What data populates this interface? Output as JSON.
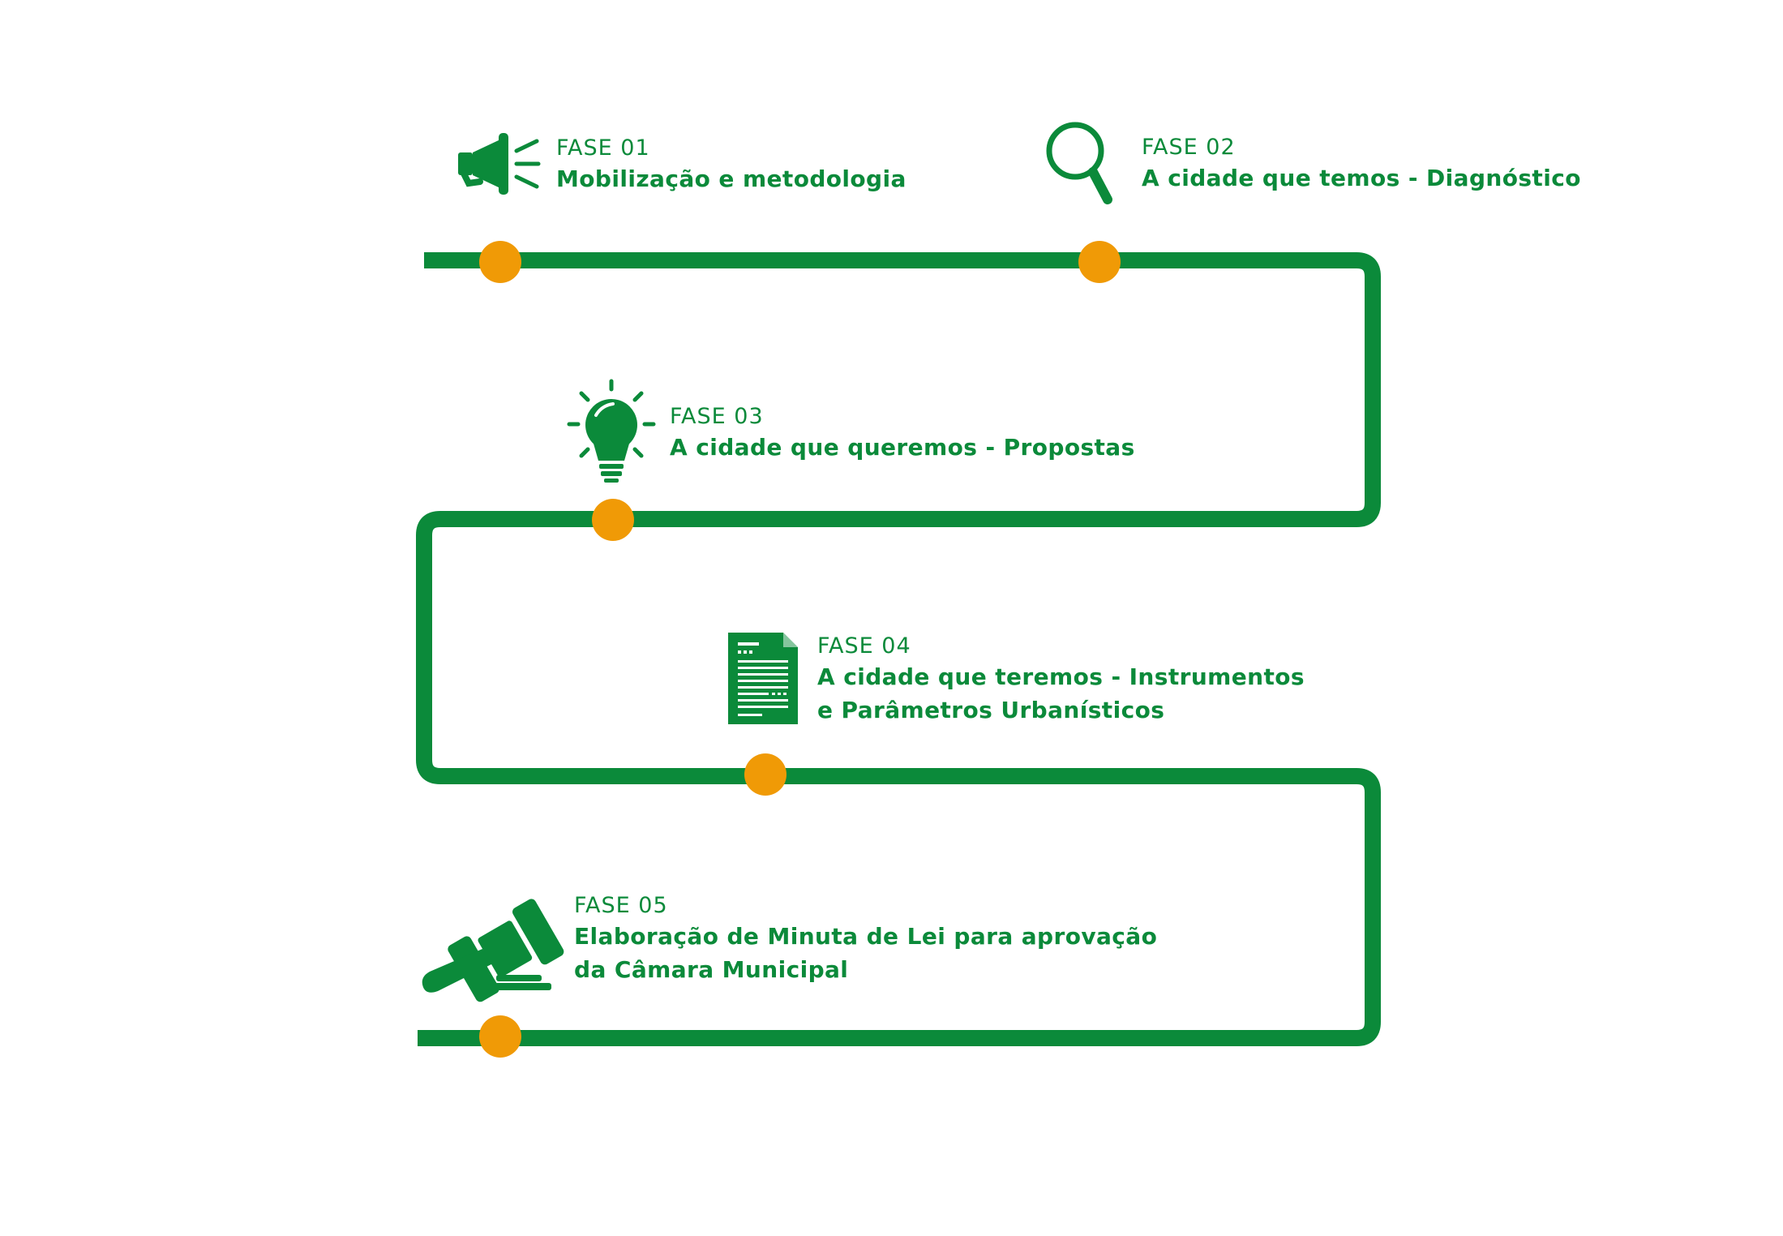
{
  "colors": {
    "path": "#0b8a3a",
    "node": "#f09a06",
    "text": "#0b8a3a"
  },
  "phases": [
    {
      "label": "FASE 01",
      "title_lines": [
        "Mobilização e  metodologia"
      ],
      "icon": "megaphone-icon"
    },
    {
      "label": "FASE 02",
      "title_lines": [
        "A cidade que temos - Diagnóstico"
      ],
      "icon": "magnifier-icon"
    },
    {
      "label": "FASE 03",
      "title_lines": [
        "A cidade que queremos - Propostas"
      ],
      "icon": "lightbulb-icon"
    },
    {
      "label": "FASE 04",
      "title_lines": [
        "A cidade que teremos - Instrumentos",
        "e Parâmetros Urbanísticos"
      ],
      "icon": "document-icon"
    },
    {
      "label": "FASE 05",
      "title_lines": [
        "Elaboração de Minuta de Lei para aprovação",
        "da Câmara Municipal"
      ],
      "icon": "gavel-icon"
    }
  ]
}
